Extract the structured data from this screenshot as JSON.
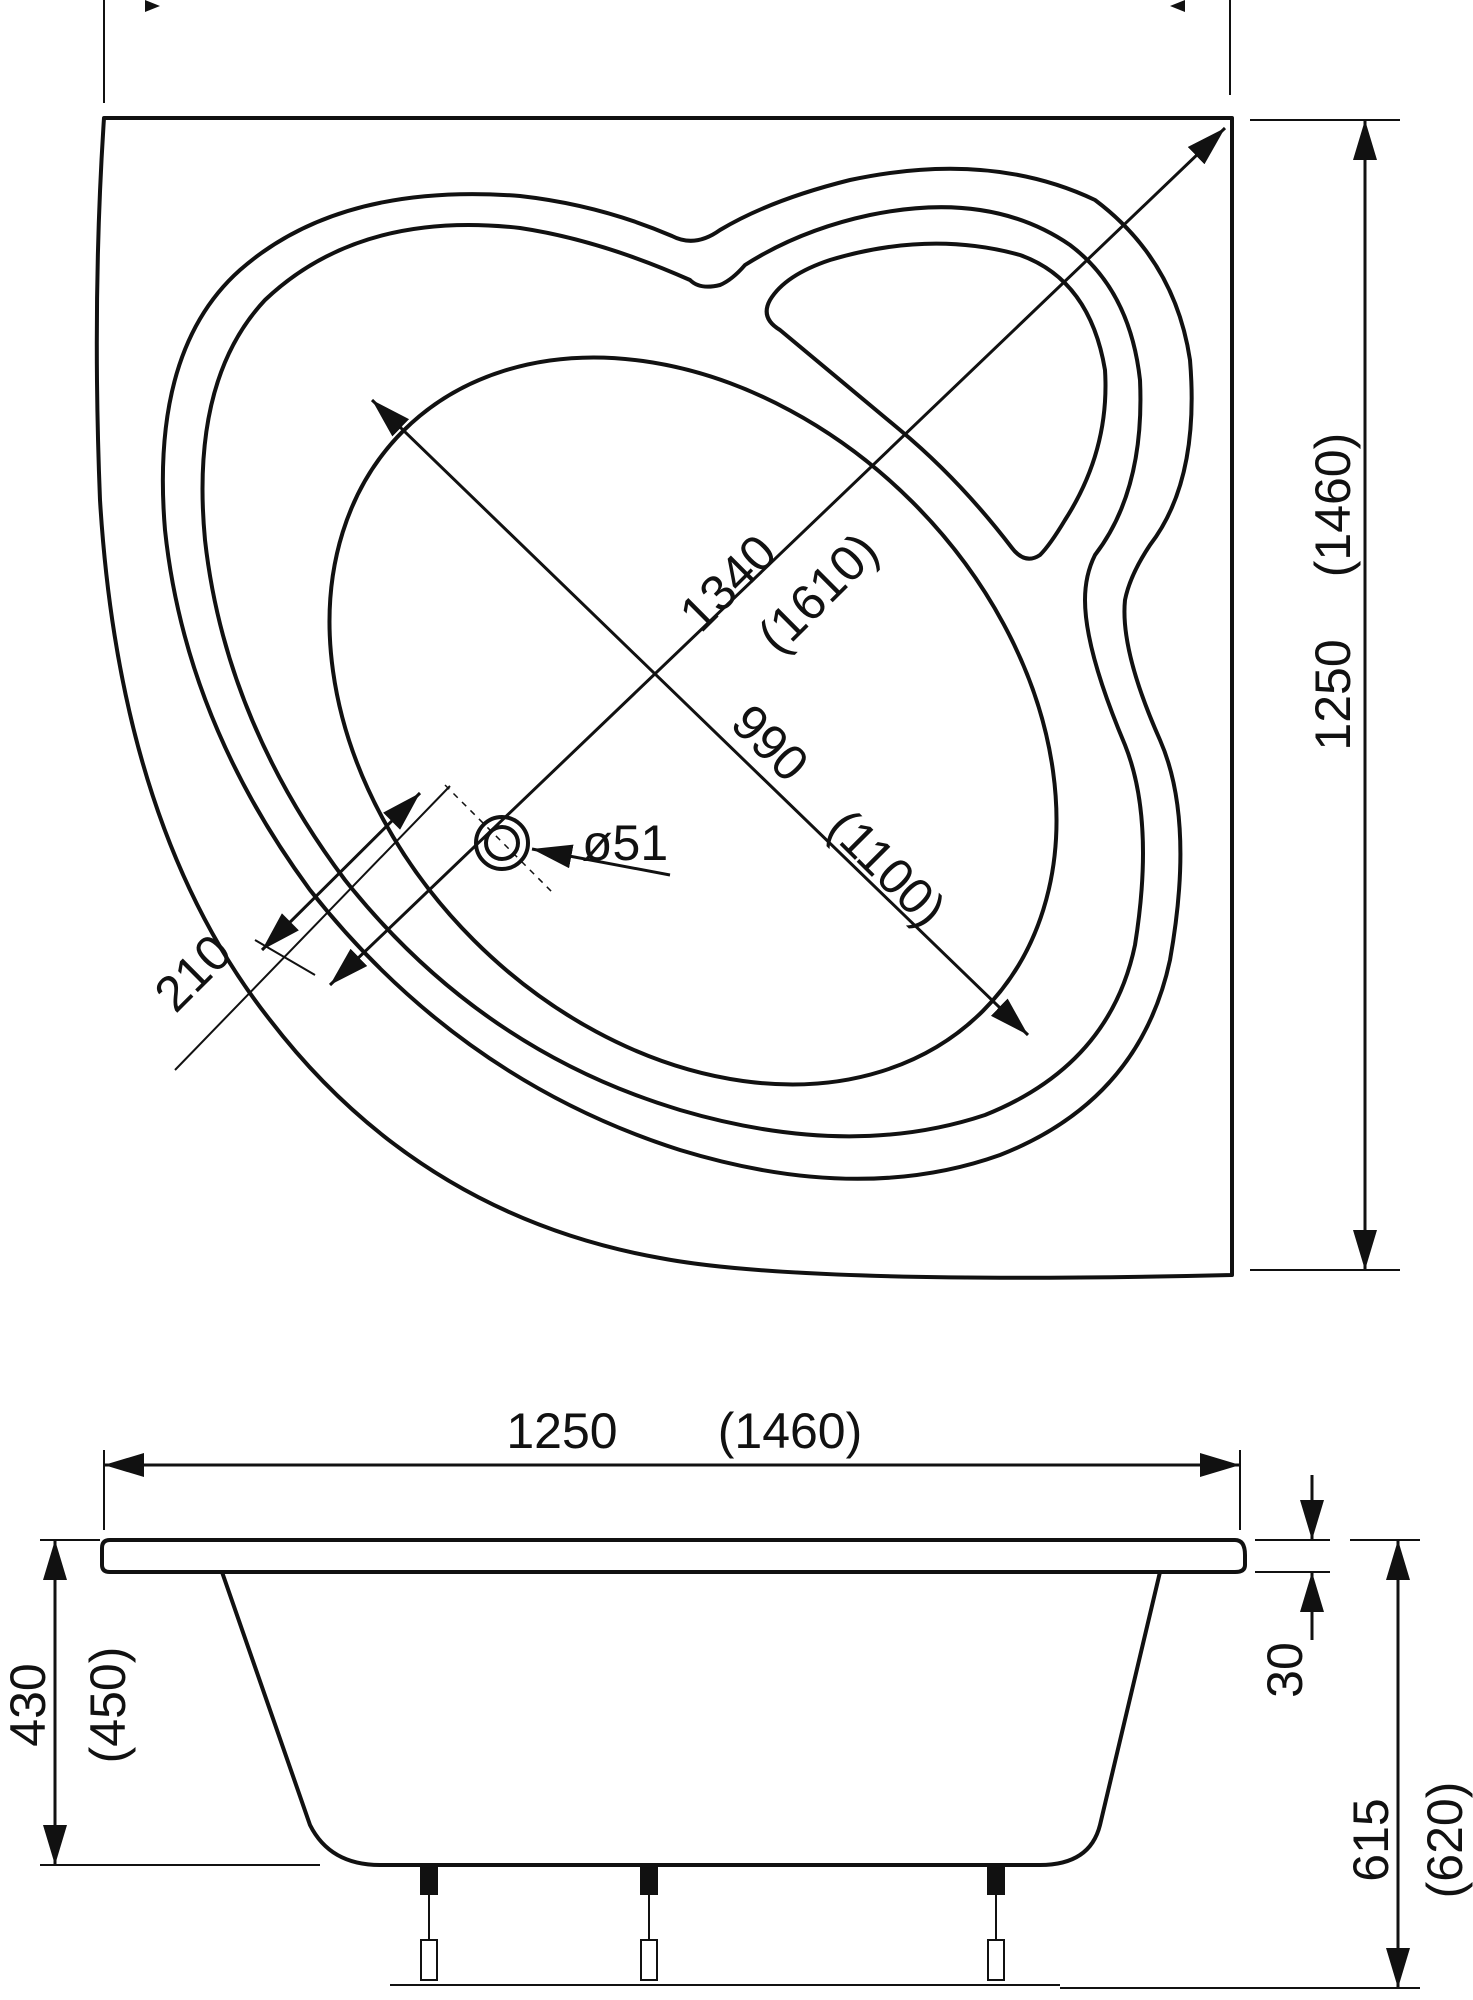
{
  "top_view": {
    "diagonal_length": "1340",
    "diagonal_length_alt": "(1610)",
    "basin_length": "990",
    "basin_length_alt": "(1100)",
    "drain_offset": "210",
    "drain_diameter": "ø51",
    "side_length": "1250",
    "side_length_alt": "(1460)"
  },
  "side_view": {
    "width": "1250",
    "width_alt": "(1460)",
    "rim_thickness": "30",
    "depth": "430",
    "depth_alt": "(450)",
    "total_height": "615",
    "total_height_alt": "(620)"
  }
}
